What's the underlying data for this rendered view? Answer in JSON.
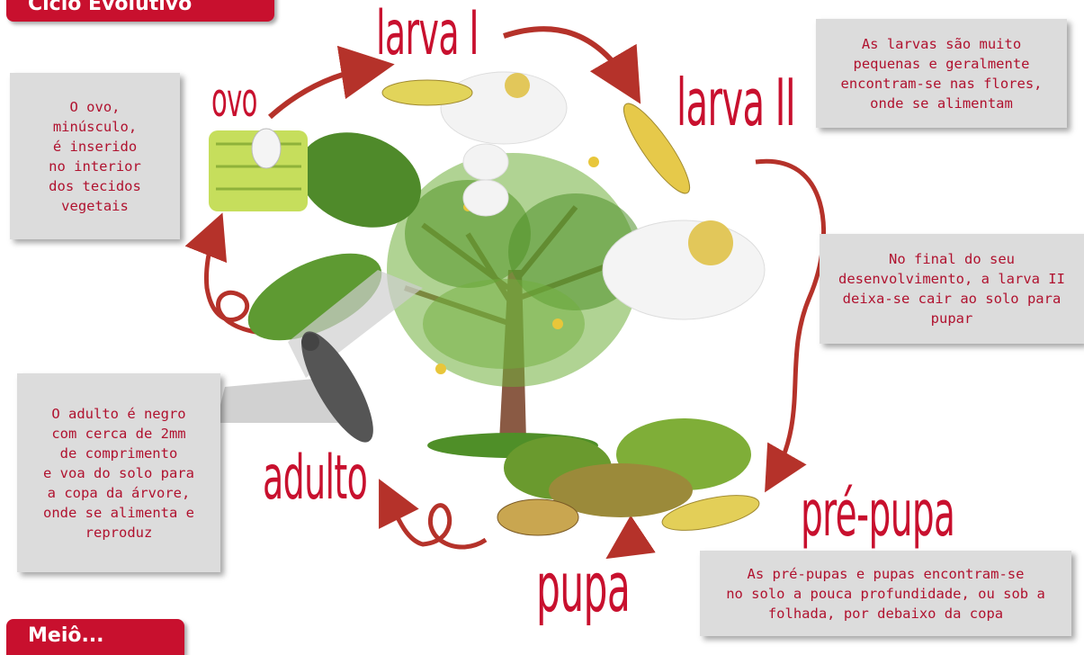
{
  "header": {
    "title": "Ciclo Evolutivo"
  },
  "footer": {
    "tab": "Meiô..."
  },
  "stages": {
    "ovo": "ovo",
    "larva1": "larva I",
    "larva2": "larva II",
    "prepupa": "pré-pupa",
    "pupa": "pupa",
    "adulto": "adulto"
  },
  "notes": {
    "ovo": "O ovo,\nminúsculo,\né inserido\nno interior\ndos tecidos\nvegetais",
    "larvas": "As larvas são muito\npequenas e geralmente\nencontram-se nas flores,\nonde se alimentam",
    "larva2": "No final do seu\ndesenvolvimento, a larva II\ndeixa-se cair ao solo para\npupar",
    "prepupa": "As pré-pupas e pupas encontram-se\nno solo a pouca profundidade, ou sob a\nfolhada, por debaixo da copa",
    "adulto": "O adulto é negro\ncom cerca de 2mm\nde comprimento\ne  voa do solo para\na copa da árvore,\nonde se alimenta e\nreproduz"
  },
  "colors": {
    "accent": "#c8102e",
    "box": "#dcdcdc",
    "note_text": "#b0122f"
  }
}
